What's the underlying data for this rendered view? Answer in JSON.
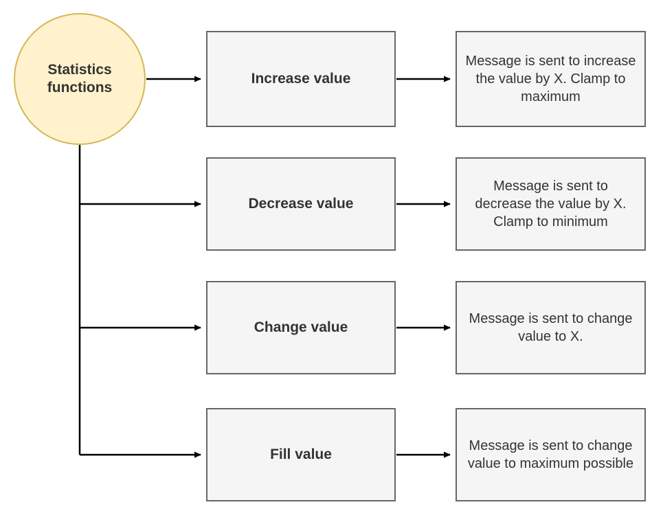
{
  "diagram": {
    "root": {
      "label": "Statistics functions"
    },
    "rows": [
      {
        "label": "Increase value",
        "description": "Message is sent to increase the value by X. Clamp to maximum"
      },
      {
        "label": "Decrease value",
        "description": "Message is sent to decrease the value by X. Clamp to minimum"
      },
      {
        "label": "Change value",
        "description": "Message is sent to change value to X."
      },
      {
        "label": "Fill value",
        "description": "Message is sent to change value to maximum possible"
      }
    ],
    "colors": {
      "circle_fill": "#FFF2CC",
      "circle_border": "#D6B656",
      "box_fill": "#F5F5F5",
      "box_border": "#666666",
      "arrow": "#000000",
      "text": "#333333"
    }
  }
}
